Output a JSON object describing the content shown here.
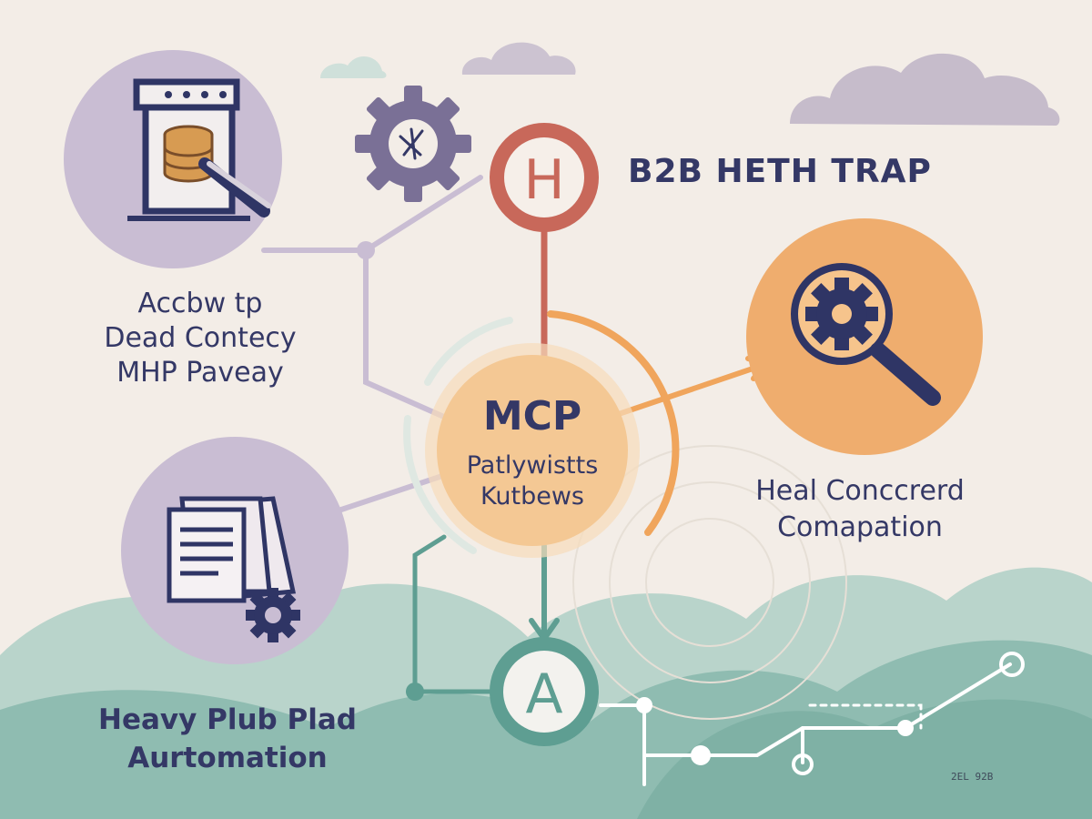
{
  "title": "B2B HETH TRAP",
  "center": {
    "title": "MCP",
    "subtitle_lines": [
      "Patlywistts",
      "Kutbews"
    ]
  },
  "nodes": {
    "top_letter": "H",
    "bottom_letter": "A"
  },
  "labels": {
    "left_top": [
      "Accbw tp",
      "Dead Contecy",
      "MHP Paveay"
    ],
    "left_bottom": [
      "Heavy Plub Plad",
      "Aurtomation"
    ],
    "right": [
      "Heal Conccrerd",
      "Comapation"
    ]
  },
  "corner_text": "2EL 92B",
  "icons": {
    "left_top": "database-document-icon",
    "left_bottom": "documents-gear-icon",
    "right": "gear-magnifier-icon",
    "top": "gear-icon"
  },
  "colors": {
    "background": "#f3ede7",
    "navy": "#343866",
    "lavender": "#c9bdd3",
    "purple_gray": "#7a7096",
    "orange": "#f0a55c",
    "peach": "#f4c894",
    "red": "#c8685a",
    "teal": "#5e9e92",
    "teal_light": "#a9ccc2"
  }
}
